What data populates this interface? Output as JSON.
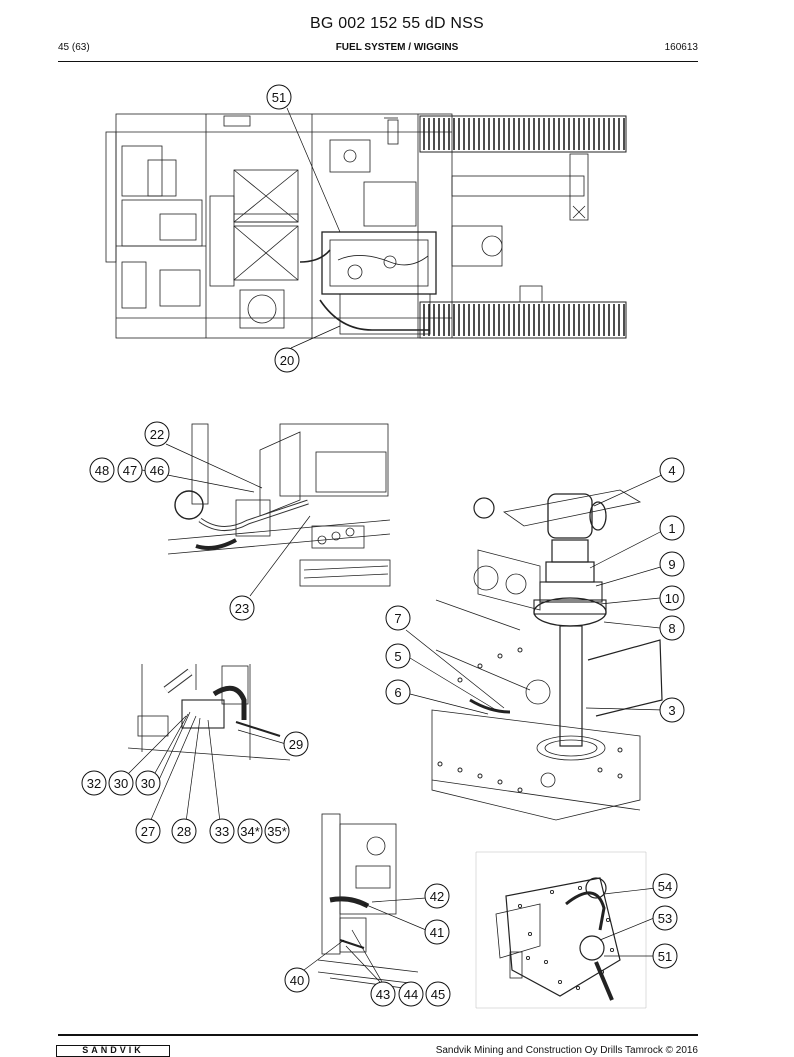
{
  "header": {
    "doc_number": "BG 002 152 55 dD NSS",
    "page": "45 (63)",
    "section": "FUEL SYSTEM / WIGGINS",
    "date": "160613"
  },
  "footer": {
    "logo": "SANDVIK",
    "copyright": "Sandvik Mining and Construction Oy Drills Tamrock © 2016"
  },
  "callouts": {
    "c51a": "51",
    "c20": "20",
    "c22": "22",
    "c48": "48",
    "c47": "47",
    "c46": "46",
    "c23": "23",
    "c4": "4",
    "c1": "1",
    "c9": "9",
    "c10": "10",
    "c8": "8",
    "c7": "7",
    "c5": "5",
    "c6": "6",
    "c3": "3",
    "c29": "29",
    "c32": "32",
    "c30a": "30",
    "c30b": "30",
    "c27": "27",
    "c28": "28",
    "c33": "33",
    "c34": "34*",
    "c35": "35*",
    "c42": "42",
    "c41": "41",
    "c40": "40",
    "c43": "43",
    "c44": "44",
    "c45": "45",
    "c54": "54",
    "c53": "53",
    "c51b": "51"
  }
}
